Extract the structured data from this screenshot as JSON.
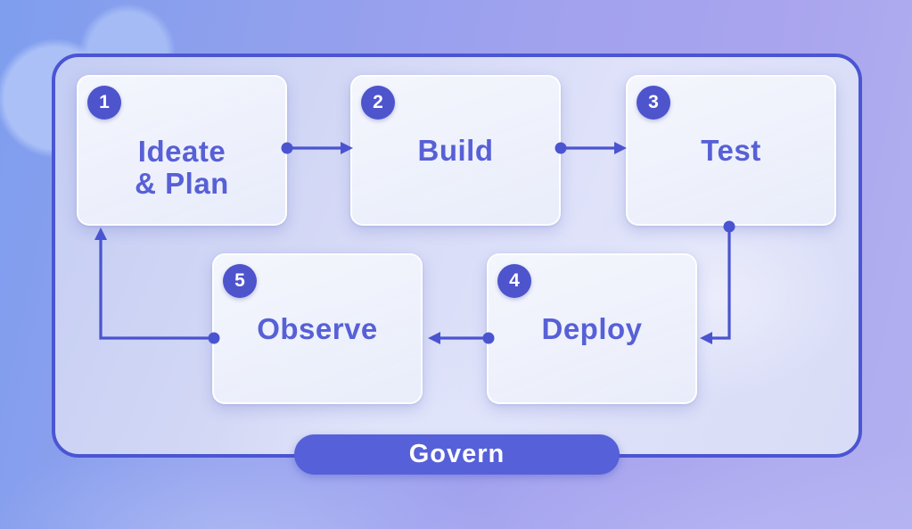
{
  "diagram": {
    "type": "flow",
    "steps": [
      {
        "number": "1",
        "title": "Ideate & Plan",
        "lines": [
          "Ideate",
          "& Plan"
        ]
      },
      {
        "number": "2",
        "title": "Build",
        "lines": [
          "Build"
        ]
      },
      {
        "number": "3",
        "title": "Test",
        "lines": [
          "Test"
        ]
      },
      {
        "number": "4",
        "title": "Deploy",
        "lines": [
          "Deploy"
        ]
      },
      {
        "number": "5",
        "title": "Observe",
        "lines": [
          "Observe"
        ]
      }
    ],
    "connections": [
      {
        "from": "Ideate & Plan",
        "to": "Build"
      },
      {
        "from": "Build",
        "to": "Test"
      },
      {
        "from": "Test",
        "to": "Deploy"
      },
      {
        "from": "Deploy",
        "to": "Observe"
      },
      {
        "from": "Observe",
        "to": "Ideate & Plan"
      }
    ],
    "banner": {
      "label": "Govern"
    },
    "colors": {
      "frame_border": "#4b55d2",
      "connector": "#4a54d0",
      "card_text": "#5760d6",
      "badge_bg": "#4d54cc",
      "banner_bg": "#5660d8"
    }
  }
}
